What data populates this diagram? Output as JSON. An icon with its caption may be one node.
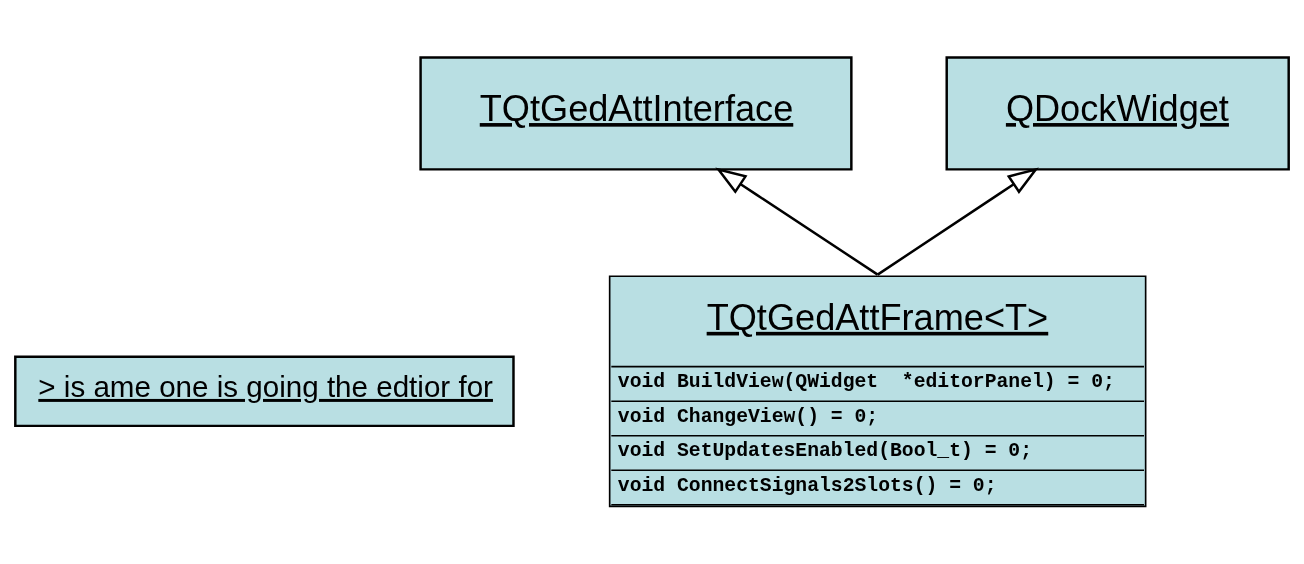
{
  "diagram": {
    "nodes": [
      {
        "text": [
          "TQtGedAttInterface"
        ]
      },
      {
        "text": [
          "QDockWidget"
        ]
      },
      {
        "text": [
          "TQtGedAttFrame<T>",
          "void BuildView(QWidget  *editorPanel) = 0;",
          "void ChangeView() = 0;",
          "void SetUpdatesEnabled(Bool_t) = 0;",
          "void ConnectSignals2Slots() = 0;"
        ]
      },
      {
        "text": [
          "> is ame one is going the edtior for"
        ]
      }
    ],
    "edges": [
      {
        "from": 2,
        "to": 0,
        "arrow": "to"
      },
      {
        "from": 2,
        "to": 1,
        "arrow": "to"
      }
    ]
  }
}
